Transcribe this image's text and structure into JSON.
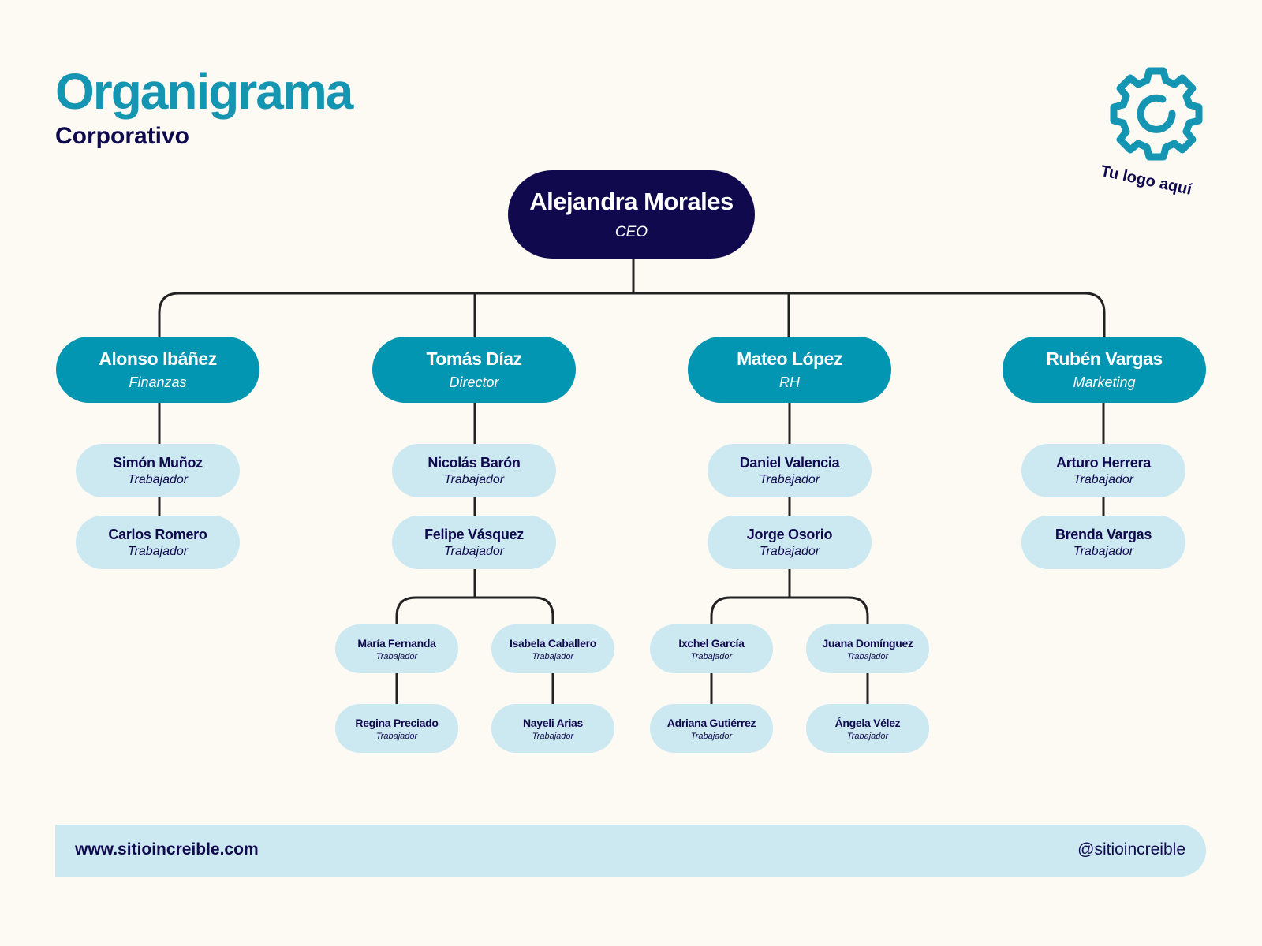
{
  "header": {
    "title": "Organigrama",
    "subtitle": "Corporativo",
    "logo_icon": "gear-icon",
    "logo_text": "Tu logo aquí"
  },
  "colors": {
    "background": "#fdf9f3",
    "title": "#1495b1",
    "dark_navy": "#10094d",
    "teal": "#0396b2",
    "light_blue": "#cce9f2",
    "connector": "#222222"
  },
  "ceo": {
    "name": "Alejandra Morales",
    "role": "CEO"
  },
  "departments": [
    {
      "name": "Alonso Ibáñez",
      "role": "Finanzas",
      "workers": [
        {
          "name": "Simón Muñoz",
          "role": "Trabajador"
        },
        {
          "name": "Carlos Romero",
          "role": "Trabajador"
        }
      ]
    },
    {
      "name": "Tomás Díaz",
      "role": "Director",
      "workers": [
        {
          "name": "Nicolás Barón",
          "role": "Trabajador"
        },
        {
          "name": "Felipe Vásquez",
          "role": "Trabajador"
        }
      ],
      "sub_branches": [
        [
          {
            "name": "María Fernanda",
            "role": "Trabajador"
          },
          {
            "name": "Regina Preciado",
            "role": "Trabajador"
          }
        ],
        [
          {
            "name": "Isabela Caballero",
            "role": "Trabajador"
          },
          {
            "name": "Nayeli Arias",
            "role": "Trabajador"
          }
        ]
      ]
    },
    {
      "name": "Mateo López",
      "role": "RH",
      "workers": [
        {
          "name": "Daniel Valencia",
          "role": "Trabajador"
        },
        {
          "name": "Jorge Osorio",
          "role": "Trabajador"
        }
      ],
      "sub_branches": [
        [
          {
            "name": "Ixchel García",
            "role": "Trabajador"
          },
          {
            "name": "Adriana Gutiérrez",
            "role": "Trabajador"
          }
        ],
        [
          {
            "name": "Juana Domínguez",
            "role": "Trabajador"
          },
          {
            "name": "Ángela Vélez",
            "role": "Trabajador"
          }
        ]
      ]
    },
    {
      "name": "Rubén Vargas",
      "role": "Marketing",
      "workers": [
        {
          "name": "Arturo Herrera",
          "role": "Trabajador"
        },
        {
          "name": "Brenda Vargas",
          "role": "Trabajador"
        }
      ]
    }
  ],
  "footer": {
    "website": "www.sitioincreible.com",
    "handle": "@sitioincreible"
  }
}
